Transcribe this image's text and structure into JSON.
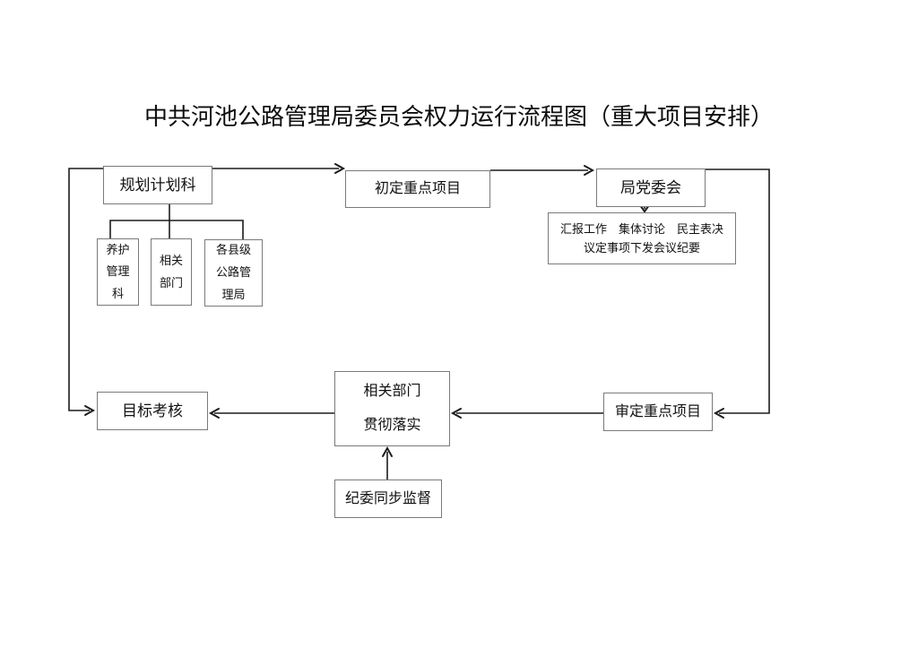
{
  "title": "中共河池公路管理局委员会权力运行流程图（重大项目安排）",
  "nodes": {
    "planning": {
      "label": "规划计划科"
    },
    "initial_projects": {
      "label": "初定重点项目"
    },
    "party_committee": {
      "label": "局党委会"
    },
    "party_process": {
      "line1": "汇报工作　集体讨论　民主表决",
      "line2": "议定事项下发会议纪要"
    },
    "maintenance_dept": {
      "line1": "养护",
      "line2": "管理",
      "line3": "科"
    },
    "related_depts": {
      "line1": "相关",
      "line2": "部门"
    },
    "county_bureaus": {
      "line1": "各县级",
      "line2": "公路管",
      "line3": "理局"
    },
    "target_assessment": {
      "label": "目标考核"
    },
    "implementation": {
      "line1": "相关部门",
      "line2": "贯彻落实"
    },
    "final_projects": {
      "label": "审定重点项目"
    },
    "discipline_supervision": {
      "label": "纪委同步监督"
    }
  },
  "colors": {
    "background": "#ffffff",
    "box_border": "#7a7a7a",
    "line": "#1c1c1c",
    "text": "#111111"
  }
}
